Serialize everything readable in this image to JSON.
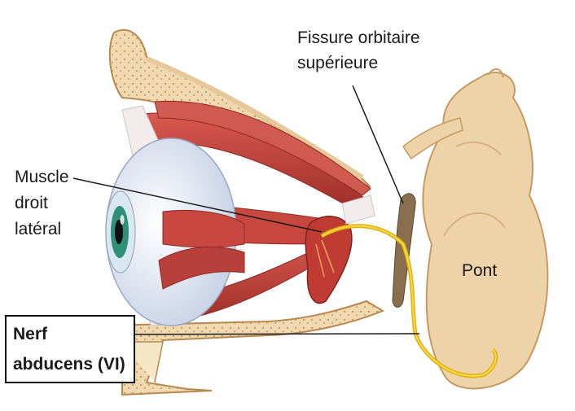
{
  "labels": {
    "fissure_line1": "Fissure orbitaire",
    "fissure_line2": "supérieure",
    "muscle_line1": "Muscle",
    "muscle_line2": "droit",
    "muscle_line3": "latéral",
    "pont": "Pont",
    "nerf_line1": "Nerf",
    "nerf_line2": "abducens (VI)"
  },
  "colors": {
    "bone": "#f0d9b0",
    "bone_texture": "#c89b63",
    "muscle": "#c8483f",
    "muscle_dark": "#8f2a25",
    "tendon": "#f2ecec",
    "nerve": "#f2c51c",
    "brainstem": "#efd3a8",
    "sclera": "#f4f6fb",
    "iris": "#2f8f78",
    "leader_line": "#1a1a1a"
  }
}
